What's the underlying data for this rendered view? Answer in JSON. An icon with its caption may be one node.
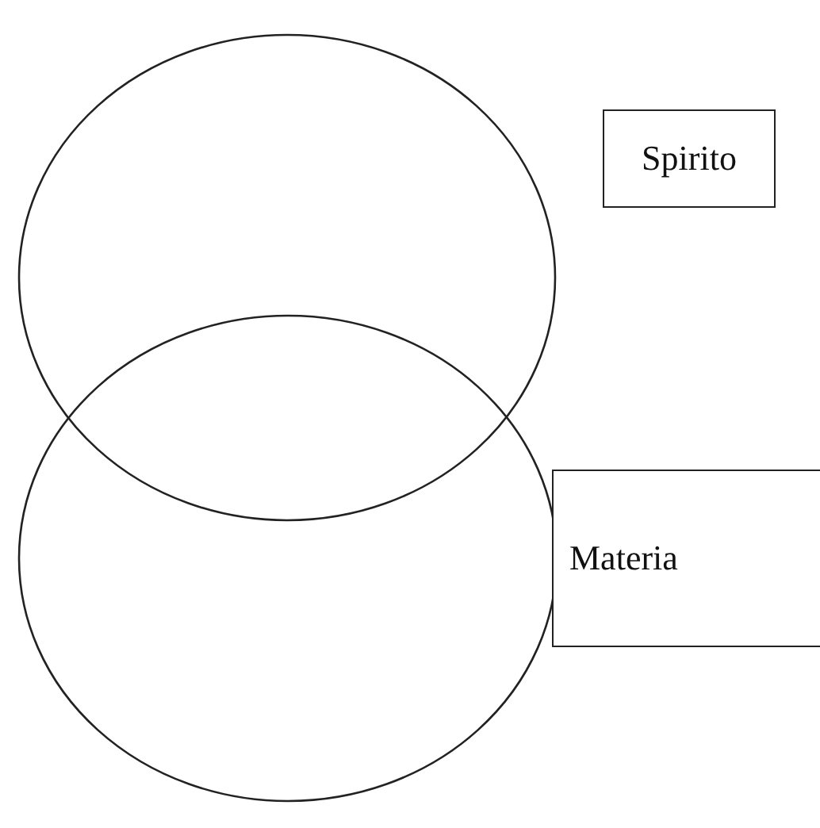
{
  "diagram": {
    "nodes": [
      {
        "text": [],
        "shape": "circle"
      },
      {
        "text": [],
        "shape": "circle"
      },
      {
        "text": [
          "Spirito"
        ]
      },
      {
        "text": [
          "Materia"
        ]
      }
    ]
  }
}
